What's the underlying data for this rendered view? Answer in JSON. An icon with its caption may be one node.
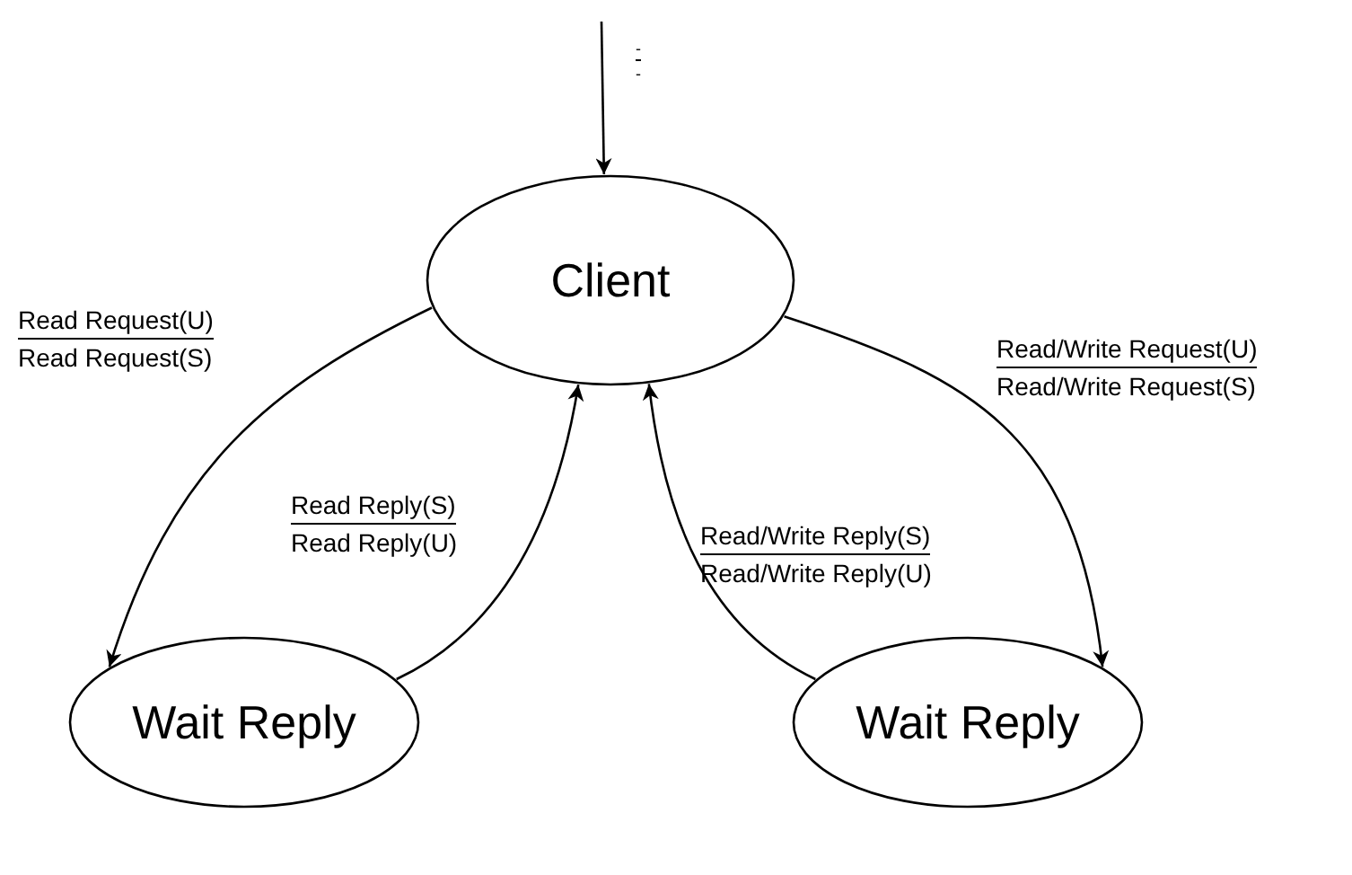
{
  "diagram": {
    "nodes": [
      {
        "text": [
          "Client"
        ]
      },
      {
        "text": [
          "Wait Reply"
        ]
      },
      {
        "text": [
          "Wait Reply"
        ]
      }
    ],
    "edges": [
      {
        "from": null,
        "to": 0,
        "arrow": "to"
      },
      {
        "from": 0,
        "to": 1,
        "arrow": "to"
      },
      {
        "from": 1,
        "to": 0,
        "arrow": "to"
      },
      {
        "from": 2,
        "to": 0,
        "arrow": "to"
      },
      {
        "from": 0,
        "to": 2,
        "arrow": "to"
      }
    ],
    "labels": [
      "-",
      "-",
      "Read Request(U)",
      "Read Request(S)",
      "Read/Write Request(U)",
      "Read/Write Request(S)",
      "Read Reply(S)",
      "Read Reply(U)",
      "Read/Write Reply(S)",
      "Read/Write Reply(U)"
    ]
  }
}
